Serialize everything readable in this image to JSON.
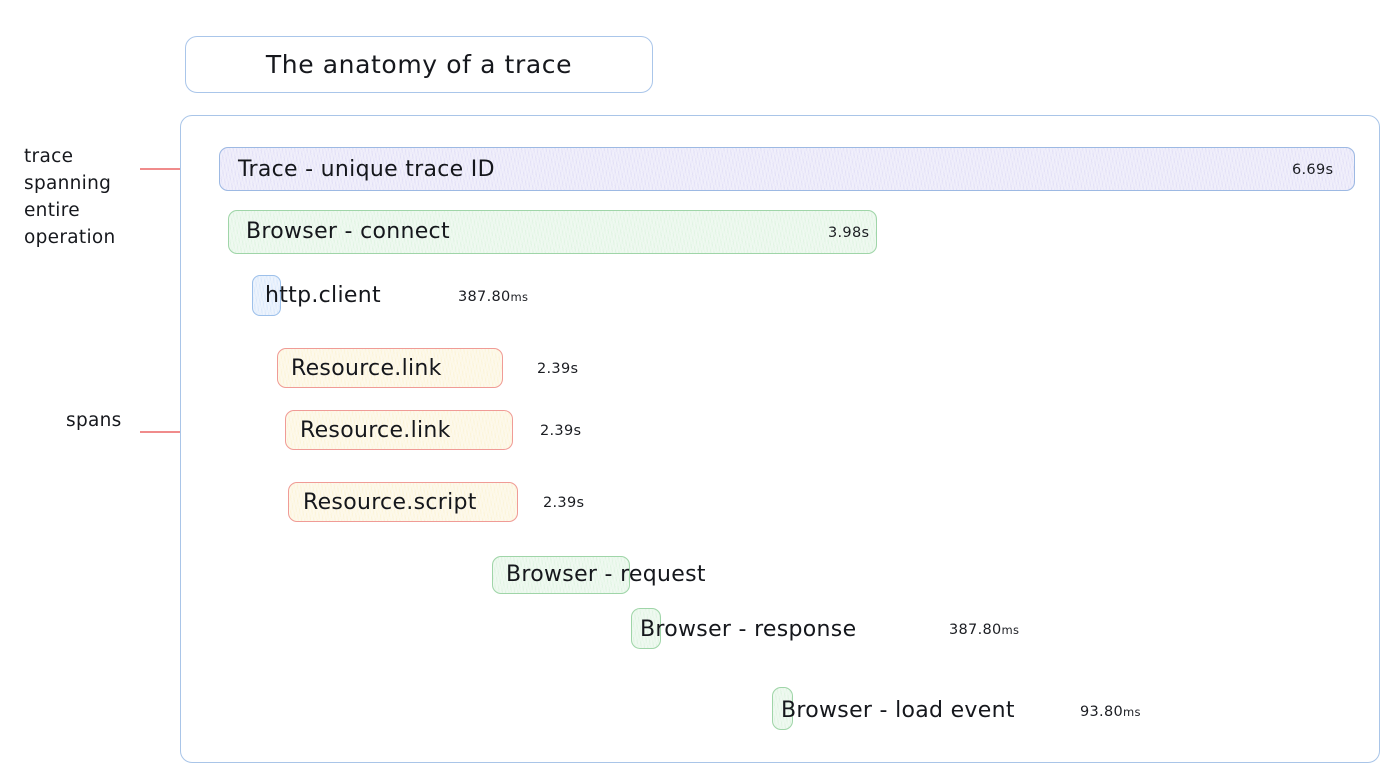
{
  "title": {
    "text": "The anatomy of a trace"
  },
  "annotations": [
    {
      "id": "trace-annotation",
      "text": "trace\nspanning\nentire\noperation"
    },
    {
      "id": "spans-annotation",
      "text": "spans"
    }
  ],
  "colors": {
    "container_border": "#a9c5e8",
    "title_border": "#aac6ea",
    "annotation_line": "#f08b8b",
    "trace_fill": "#e3e1f7",
    "trace_border": "#9db9e3",
    "browser_fill": "#e1f4e3",
    "browser_border": "#9fd5a8",
    "http_fill": "#dbe9fb",
    "http_border": "#9dc0ea",
    "resource_fill": "#fcf4d9",
    "resource_border": "#f09b96"
  },
  "spans": [
    {
      "name": "trace-bar",
      "label": "Trace - unique trace ID",
      "duration": "6.69s",
      "duration_unit": "",
      "duration_inside": true,
      "fill": "trace"
    },
    {
      "name": "browser-connect-bar",
      "label": "Browser - connect",
      "duration": "3.98s",
      "duration_unit": "",
      "duration_inside": true,
      "fill": "green"
    },
    {
      "name": "http-client-bar",
      "label": "http.client",
      "duration": "387.80",
      "duration_unit": "ms",
      "duration_inside": false,
      "fill": "blue"
    },
    {
      "name": "resource-link-bar-1",
      "label": "Resource.link",
      "duration": "2.39s",
      "duration_unit": "",
      "duration_inside": false,
      "fill": "yellow"
    },
    {
      "name": "resource-link-bar-2",
      "label": "Resource.link",
      "duration": "2.39s",
      "duration_unit": "",
      "duration_inside": false,
      "fill": "yellow"
    },
    {
      "name": "resource-script-bar",
      "label": "Resource.script",
      "duration": "2.39s",
      "duration_unit": "",
      "duration_inside": false,
      "fill": "yellow"
    },
    {
      "name": "browser-request-bar",
      "label": "Browser - request",
      "duration": "",
      "duration_unit": "",
      "duration_inside": false,
      "fill": "green"
    },
    {
      "name": "browser-response-bar",
      "label": "Browser - response",
      "duration": "387.80",
      "duration_unit": "ms",
      "duration_inside": false,
      "fill": "green"
    },
    {
      "name": "browser-load-event-bar",
      "label": "Browser - load event",
      "duration": "93.80",
      "duration_unit": "ms",
      "duration_inside": false,
      "fill": "green"
    }
  ]
}
